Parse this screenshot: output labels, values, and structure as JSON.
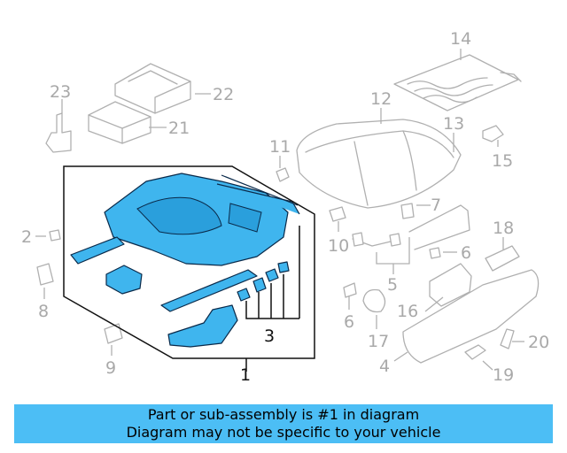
{
  "callouts": {
    "c1": "1",
    "c2": "2",
    "c3": "3",
    "c4": "4",
    "c5": "5",
    "c6a": "6",
    "c6b": "6",
    "c7": "7",
    "c8": "8",
    "c9": "9",
    "c10": "10",
    "c11": "11",
    "c12": "12",
    "c13": "13",
    "c14": "14",
    "c15": "15",
    "c16": "16",
    "c17": "17",
    "c18": "18",
    "c19": "19",
    "c20": "20",
    "c21": "21",
    "c22": "22",
    "c23": "23"
  },
  "highlight_color": "#3fb5ee",
  "banner": {
    "line1": "Part or sub-assembly is #1 in diagram",
    "line2": "Diagram may not be specific to your vehicle",
    "background": "#4cbef5"
  }
}
